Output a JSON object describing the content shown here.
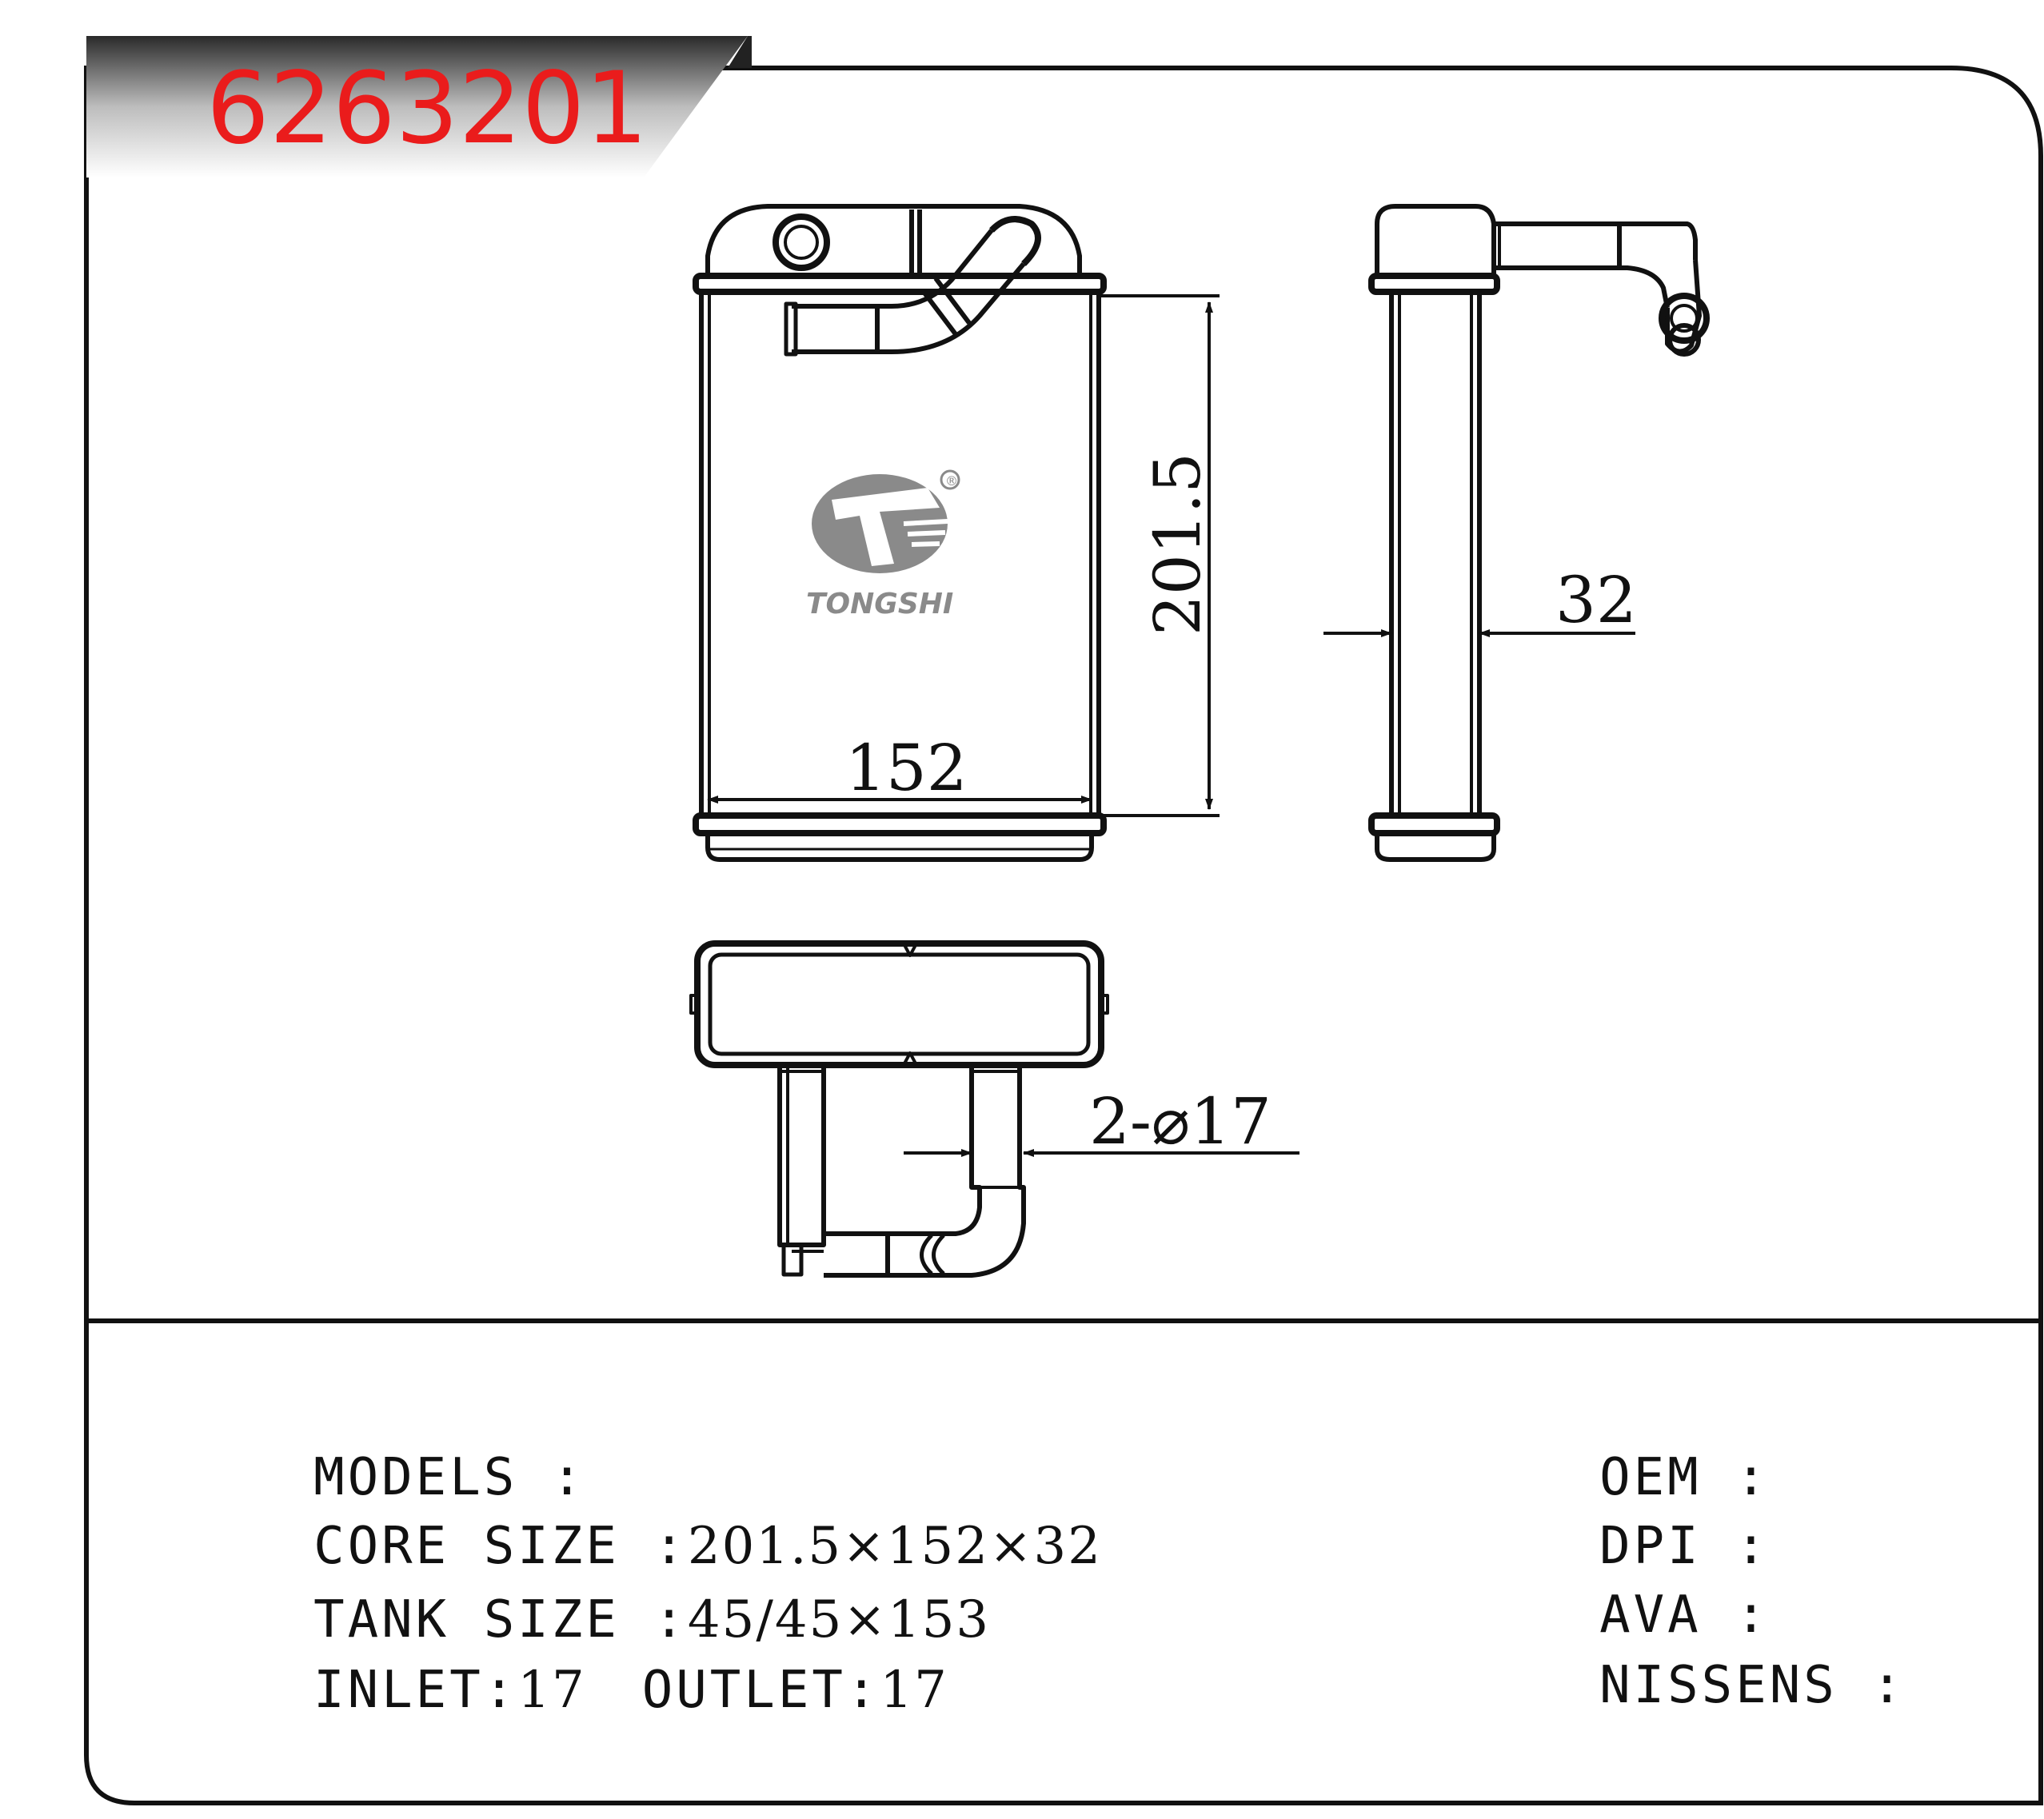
{
  "part_number": "6263201",
  "colors": {
    "part_number": "#ea1c1c",
    "line": "#111111",
    "logo": "#8a8a8a",
    "banner_dark": "#333333",
    "banner_light": "#ffffff"
  },
  "logo": {
    "brand": "TONGSHI",
    "registered": "®"
  },
  "dimensions": {
    "height": "201.5",
    "width": "152",
    "depth": "32",
    "pipe": "2-⌀17"
  },
  "specs": {
    "models_label": "MODELS :",
    "models_value": "",
    "core_label": "CORE SIZE :",
    "core_value": "201.5×152×32",
    "tank_label": "TANK SIZE :",
    "tank_value": "45/45×153",
    "inlet_label": "INLET:",
    "inlet_value": "17",
    "outlet_label": "OUTLET:",
    "outlet_value": "17",
    "oem_label": "OEM :",
    "oem_value": "",
    "dpi_label": "DPI :",
    "dpi_value": "",
    "ava_label": "AVA :",
    "ava_value": "",
    "nissens_label": "NISSENS :",
    "nissens_value": ""
  }
}
